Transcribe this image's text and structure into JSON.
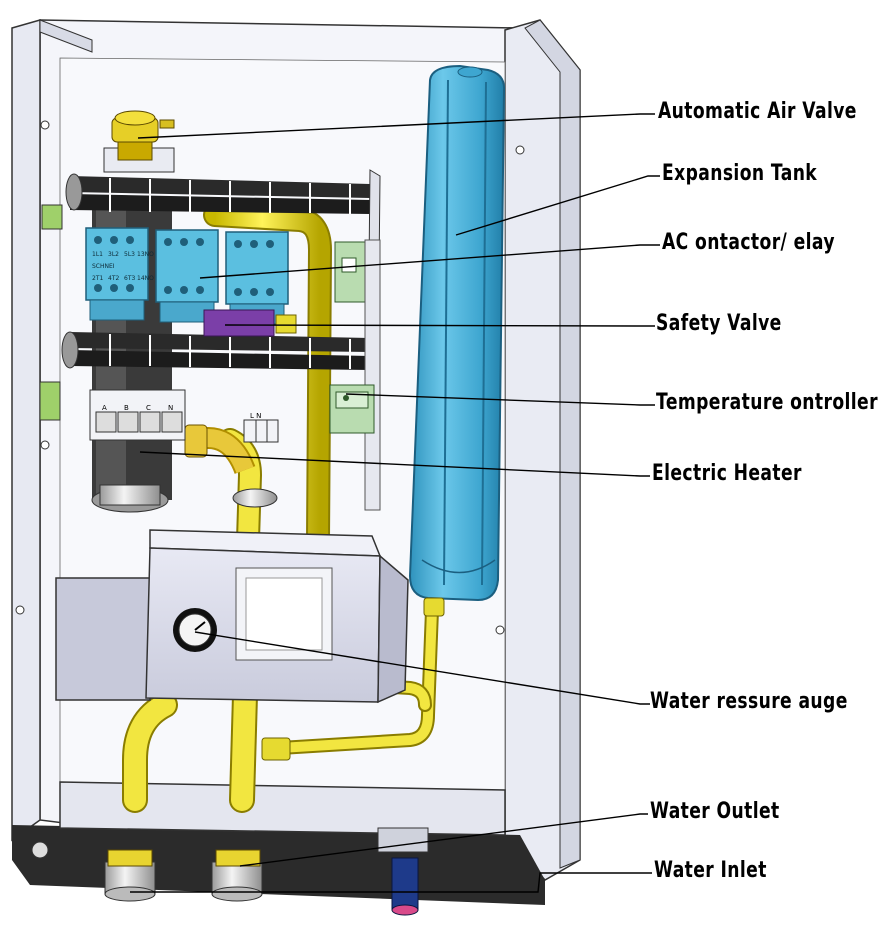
{
  "labels": [
    {
      "id": "air-valve",
      "text": "Automatic Air Valve"
    },
    {
      "id": "expansion-tank",
      "text": "Expansion Tank"
    },
    {
      "id": "ac-contactor",
      "text": "AC   ontactor/  elay"
    },
    {
      "id": "safety-valve",
      "text": "Safety Valve"
    },
    {
      "id": "temp-controller",
      "text": "Temperature  ontroller"
    },
    {
      "id": "electric-heater",
      "text": "Electric Heater"
    },
    {
      "id": "pressure-gauge",
      "text": "Water  ressure  auge"
    },
    {
      "id": "water-outlet",
      "text": "Water Outlet"
    },
    {
      "id": "water-inlet",
      "text": "Water Inlet"
    }
  ],
  "contactor_markings": [
    "1L1",
    "3L2",
    "5L3",
    "13NO",
    "2T1",
    "4T2",
    "6T3",
    "14NO",
    "SCHNEI"
  ],
  "terminal_markings": {
    "phases": [
      "A",
      "B",
      "C",
      "N"
    ],
    "ln": "L N"
  },
  "colors": {
    "tank": "#4fb3d9",
    "tank_dark": "#2a86ad",
    "contactor": "#5bbfe0",
    "pipe": "#f2e640",
    "pipe_dark": "#b5a800",
    "busbar": "#2a2a2a",
    "frame": "#eef0f6",
    "valve_purple": "#7b3fa8",
    "box": "#d9dbea",
    "relay_green": "#b9dcb0"
  }
}
